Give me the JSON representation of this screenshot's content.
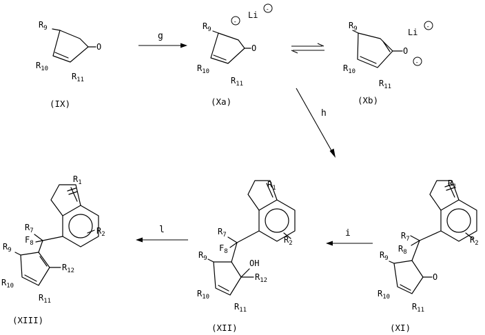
{
  "compounds": {
    "IX": {
      "label": "(IX)",
      "groups": {
        "r9": "9",
        "r10": "10",
        "r11": "11",
        "o": "O"
      }
    },
    "Xa": {
      "label": "(Xa)",
      "groups": {
        "r9": "9",
        "r10": "10",
        "r11": "11",
        "o": "O",
        "li": "Li"
      }
    },
    "Xb": {
      "label": "(Xb)",
      "groups": {
        "r9": "9",
        "r10": "10",
        "r11": "11",
        "o": "O",
        "li": "Li"
      }
    },
    "XI": {
      "label": "(XI)",
      "groups": {
        "r1": "1",
        "r2": "2",
        "r7": "7",
        "r8": "8",
        "r9": "9",
        "r10": "10",
        "r11": "11",
        "o": "O"
      }
    },
    "XII": {
      "label": "(XII)",
      "groups": {
        "r1": "1",
        "r2": "2",
        "r7": "7",
        "r8": "8",
        "r9": "9",
        "r10": "10",
        "r11": "11",
        "r12": "12",
        "oh": "OH"
      }
    },
    "XIII": {
      "label": "(XIII)",
      "groups": {
        "r1": "1",
        "r2": "2",
        "r7": "7",
        "r8": "8",
        "r9": "9",
        "r10": "10",
        "r11": "11",
        "r12": "12"
      }
    }
  },
  "symbols": {
    "r": "R",
    "f": "F",
    "charge": "-"
  },
  "reagents": {
    "g": "g",
    "h": "h",
    "i": "i",
    "l": "l"
  }
}
